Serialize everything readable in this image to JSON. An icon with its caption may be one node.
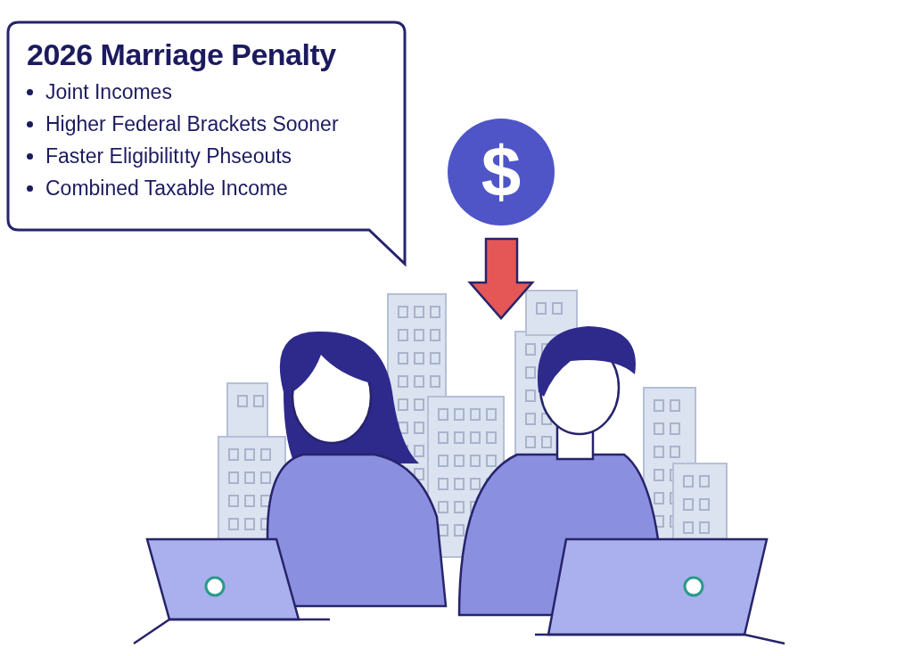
{
  "diagram": {
    "nodes": [
      {
        "text": [
          "2026 Marriage Penalty",
          "Joint Incomes",
          "Higher Federal Brackets Sooner",
          "Faster Eligibilitıty Phseouts",
          "Combined Taxable Income"
        ]
      },
      {
        "text": [
          "$"
        ]
      }
    ]
  }
}
